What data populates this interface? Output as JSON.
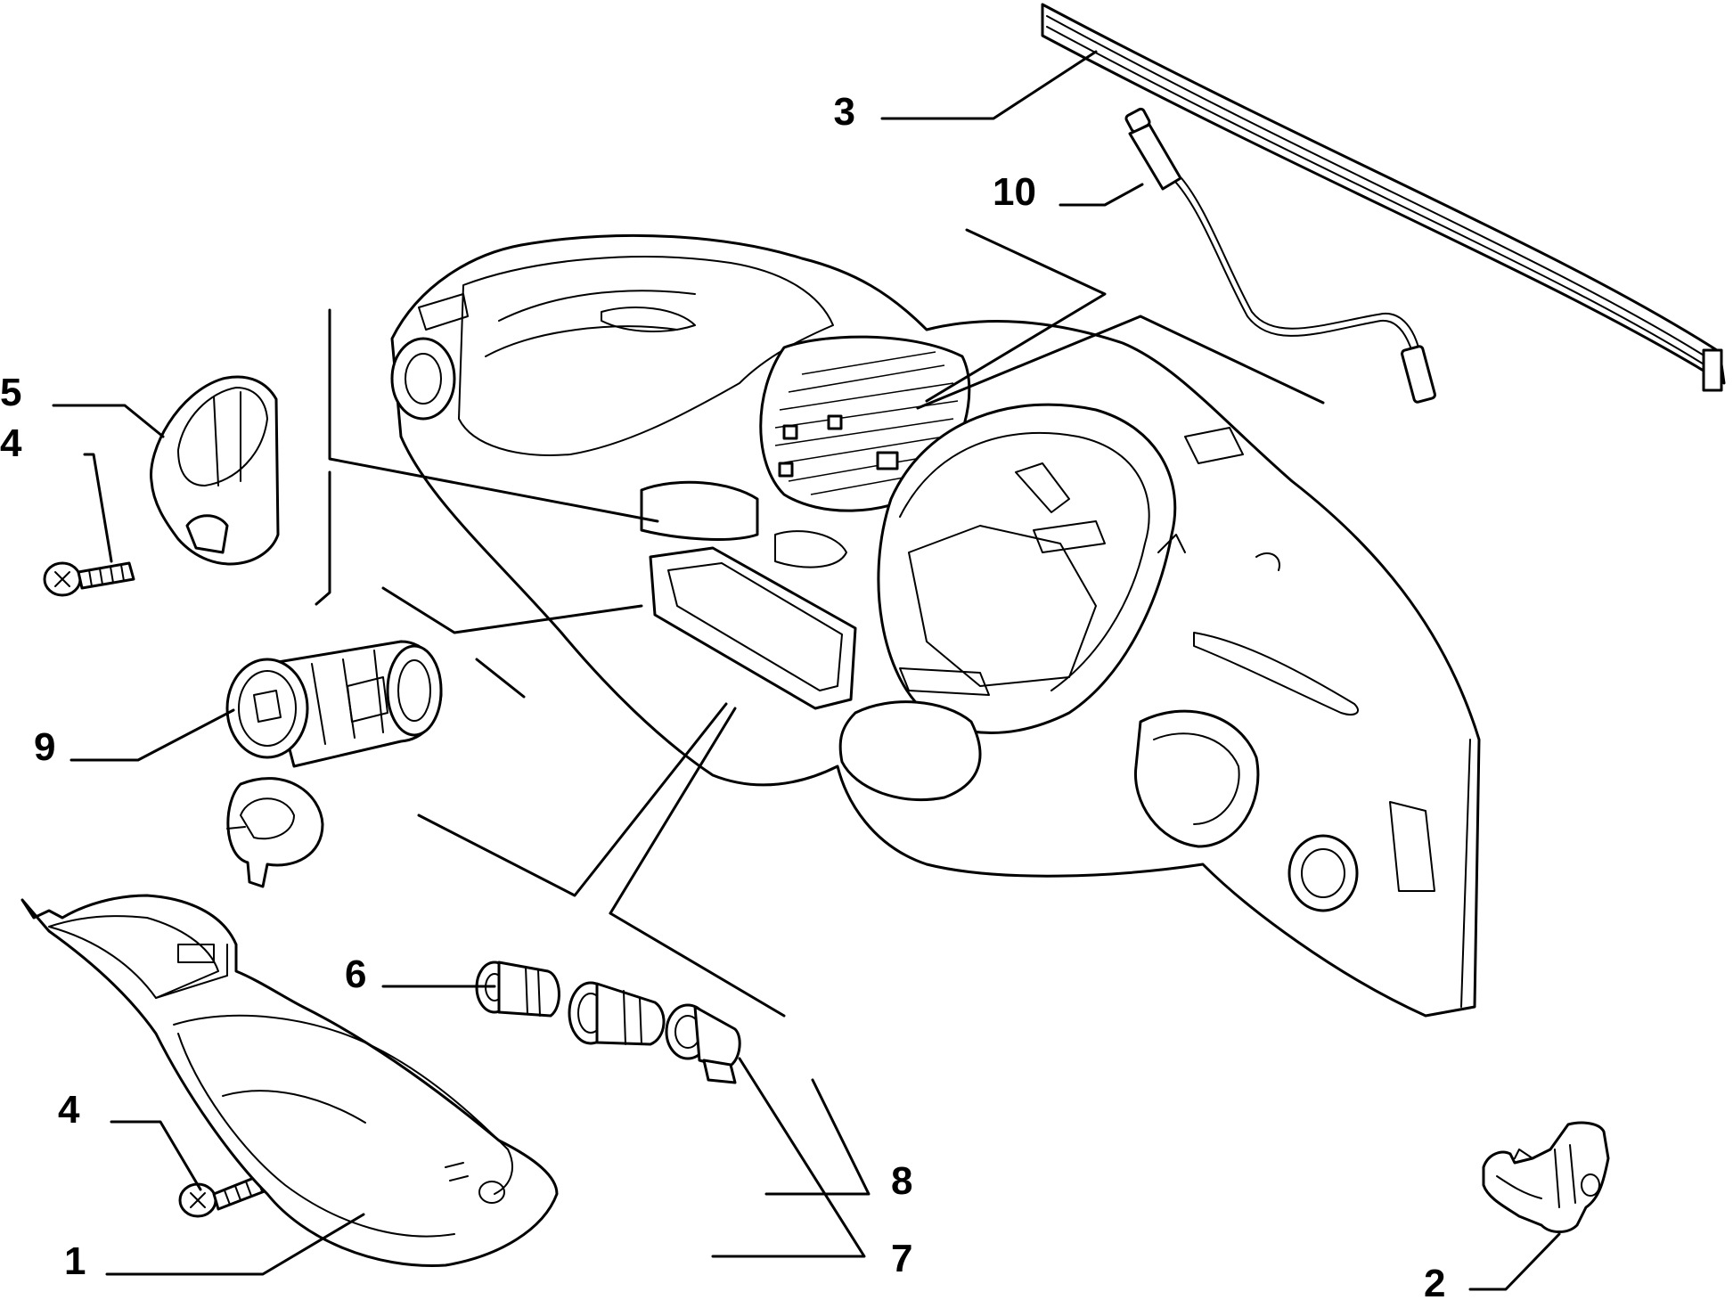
{
  "callouts": {
    "c1": "1",
    "c2": "2",
    "c3": "3",
    "c4a": "4",
    "c4b": "4",
    "c5": "5",
    "c6": "6",
    "c7": "7",
    "c8": "8",
    "c9": "9",
    "c10": "10"
  },
  "colors": {
    "ink": "#000000",
    "paper": "#ffffff"
  }
}
